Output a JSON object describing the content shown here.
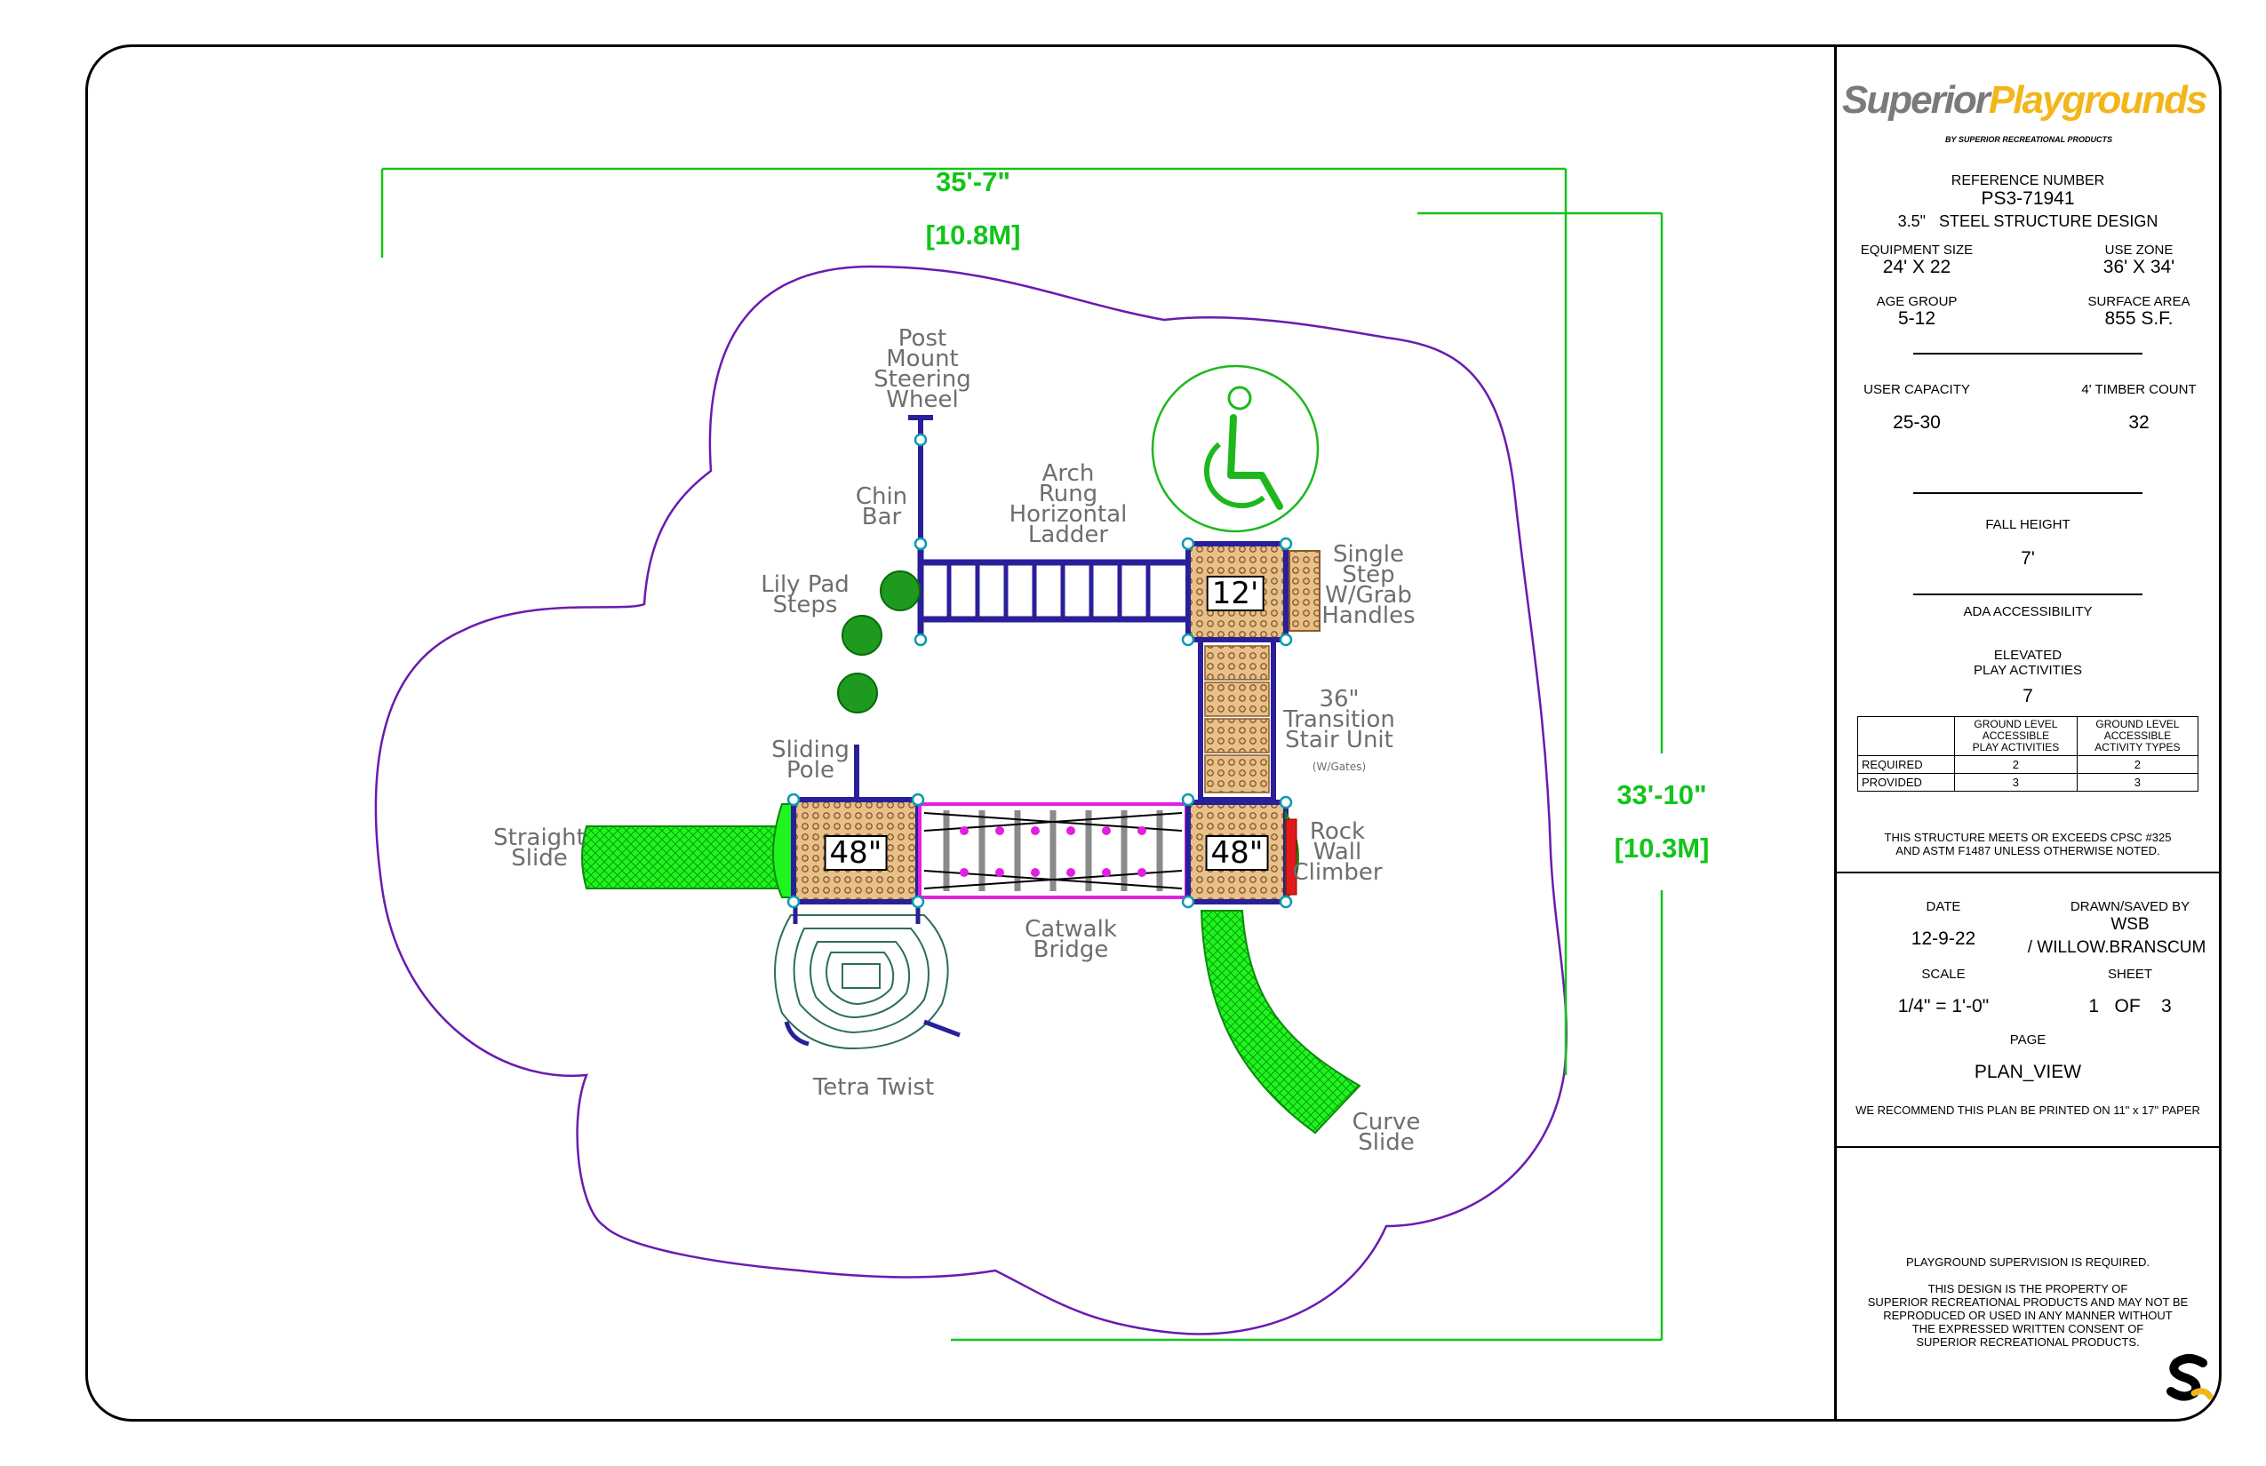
{
  "dimensions": {
    "width_label": "35'-7\"",
    "width_metric": "[10.8M]",
    "depth_label": "33'-10\"",
    "depth_metric": "[10.3M]"
  },
  "decks": {
    "deck_12": "12'",
    "deck_48a": "48\"",
    "deck_48b": "48\""
  },
  "components": {
    "steering_wheel": "Post\nMount\nSteering\nWheel",
    "chin_bar": "Chin\nBar",
    "arch_ladder": "Arch\nRung\nHorizontal\nLadder",
    "lily_pad": "Lily Pad\nSteps",
    "single_step": "Single\nStep\nW/Grab\nHandles",
    "transition": "36\"\nTransition\nStair Unit",
    "transition_note": "(W/Gates)",
    "sliding_pole": "Sliding\nPole",
    "straight_slide": "Straight\nSlide",
    "rock_wall": "Rock\nWall\nClimber",
    "catwalk": "Catwalk\nBridge",
    "tetra_twist": "Tetra Twist",
    "curve_slide": "Curve\nSlide"
  },
  "title_block": {
    "logo_part1": "Superior",
    "logo_part2": "Playgrounds",
    "logo_tagline": "BY SUPERIOR RECREATIONAL PRODUCTS",
    "ref_label": "REFERENCE NUMBER",
    "ref_value": "PS3-71941",
    "structure": "3.5\"   STEEL STRUCTURE DESIGN",
    "equip_size_label": "EQUIPMENT SIZE",
    "equip_size_value": "24' X 22",
    "use_zone_label": "USE ZONE",
    "use_zone_value": "36' X 34'",
    "age_group_label": "AGE GROUP",
    "age_group_value": "5-12",
    "surface_area_label": "SURFACE AREA",
    "surface_area_value": "855 S.F.",
    "user_capacity_label": "USER CAPACITY",
    "user_capacity_value": "25-30",
    "timber_label": "4' TIMBER COUNT",
    "timber_value": "32",
    "fall_height_label": "FALL HEIGHT",
    "fall_height_value": "7'",
    "ada_label": "ADA ACCESSIBILITY",
    "elevated_label": "ELEVATED\nPLAY ACTIVITIES",
    "elevated_value": "7",
    "ada_table": {
      "headers": [
        "",
        "GROUND LEVEL\nACCESSIBLE\nPLAY ACTIVITIES",
        "GROUND LEVEL\nACCESSIBLE\nACTIVITY TYPES"
      ],
      "rows": [
        [
          "REQUIRED",
          "2",
          "2"
        ],
        [
          "PROVIDED",
          "3",
          "3"
        ]
      ]
    },
    "compliance": "THIS STRUCTURE MEETS OR EXCEEDS CPSC #325\nAND ASTM F1487 UNLESS OTHERWISE NOTED.",
    "date_label": "DATE",
    "date_value": "12-9-22",
    "drawn_label": "DRAWN/SAVED BY",
    "drawn_value_1": "WSB",
    "drawn_value_2": "/ WILLOW.BRANSCUM",
    "scale_label": "SCALE",
    "scale_value": "1/4\" = 1'-0\"",
    "sheet_label": "SHEET",
    "sheet_value": "1   OF    3",
    "page_label": "PAGE",
    "page_value": "PLAN_VIEW",
    "print_note": "WE RECOMMEND THIS PLAN BE PRINTED ON 11\" x 17\" PAPER",
    "supervision": "PLAYGROUND SUPERVISION IS REQUIRED.",
    "property_note": "THIS DESIGN IS THE PROPERTY OF\nSUPERIOR RECREATIONAL PRODUCTS AND MAY NOT BE\nREPRODUCED OR USED IN ANY MANNER WITHOUT\nTHE EXPRESSED WRITTEN CONSENT OF\nSUPERIOR RECREATIONAL PRODUCTS.",
    "corner_logo": "S"
  },
  "colors": {
    "frame": "#6a1bb0",
    "green_dim": "#13c41a",
    "slide": "#1ef51e",
    "deck": "#d9a86a",
    "ada": "#1eb81e",
    "lily": "#1e9a1e",
    "label": "#6e6e6e",
    "magenta": "#e020e0",
    "logo_yellow": "#f2b61a",
    "logo_gray": "#7a7a7a"
  }
}
